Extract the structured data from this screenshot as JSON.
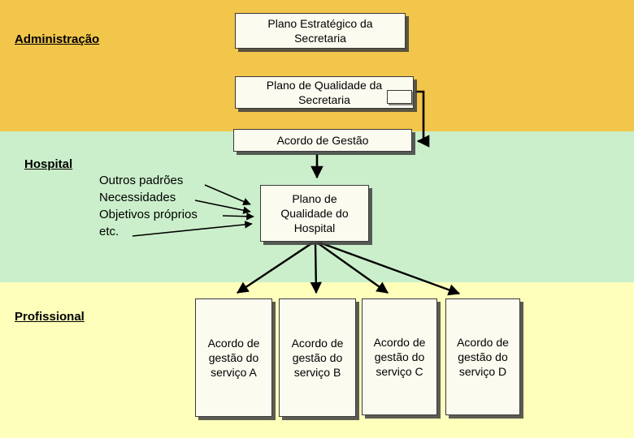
{
  "palette": {
    "band_administration": "#F2C64B",
    "band_hospital": "#CBEFCB",
    "band_professional": "#FFFFBC",
    "box_fill": "#FCFBF0",
    "box_border": "#3a3a3a",
    "box_shadow": "#404040",
    "arrow_color": "#000000"
  },
  "bands": {
    "administration": {
      "label": "Administração"
    },
    "hospital": {
      "label": "Hospital"
    },
    "professional": {
      "label": "Profissional"
    }
  },
  "boxes": {
    "strategic_plan": {
      "label": "Plano Estratégico da\nSecretaria"
    },
    "secretary_quality_plan": {
      "label": "Plano de Qualidade da\nSecretaria"
    },
    "management_agreement": {
      "label": "Acordo de Gestão"
    },
    "hospital_quality_plan": {
      "label": "Plano de\nQualidade do\nHospital"
    },
    "service_agreements": [
      {
        "label": "Acordo de\ngestão do\nserviço A"
      },
      {
        "label": "Acordo de\ngestão do\nserviço B"
      },
      {
        "label": "Acordo de\ngestão do\nserviço C"
      },
      {
        "label": "Acordo de\ngestão do\nserviço D"
      }
    ]
  },
  "notes": {
    "hospital_inputs": "Outros padrões\nNecessidades\nObjetivos próprios\netc."
  }
}
